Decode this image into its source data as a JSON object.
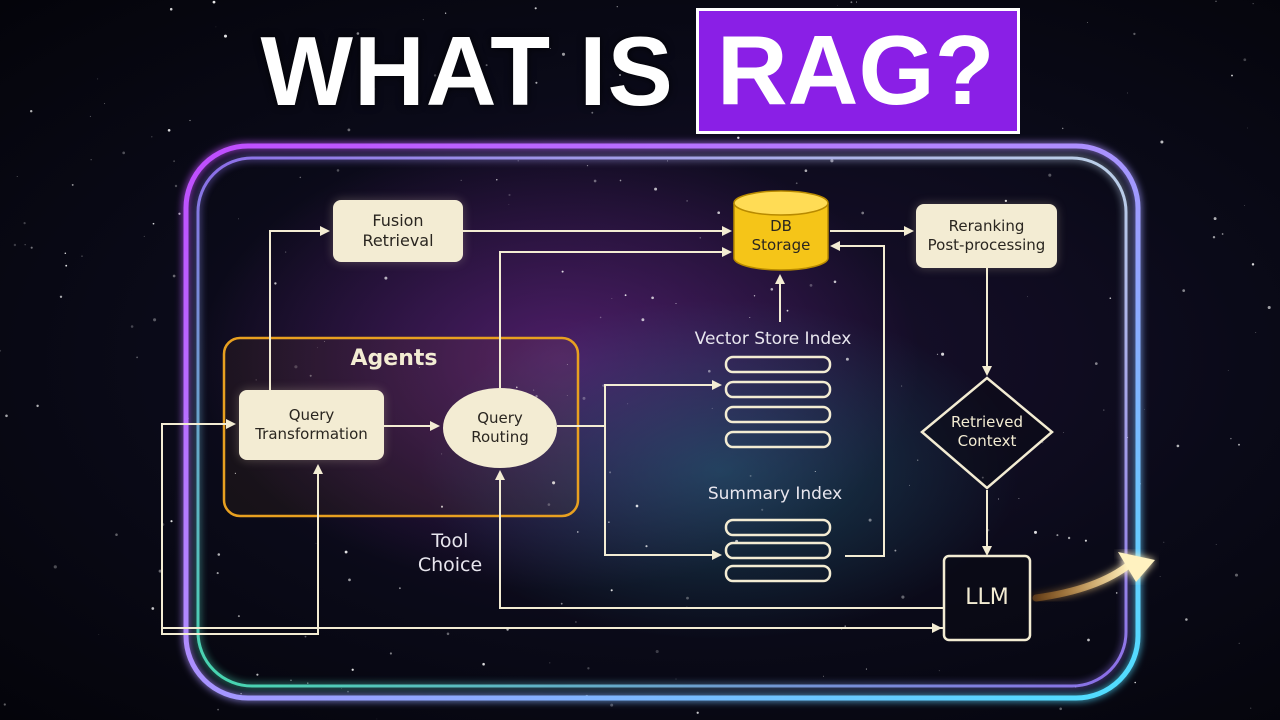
{
  "title": {
    "prefix": "WHAT IS",
    "highlight": "RAG?"
  },
  "colors": {
    "highlight_bg": "#8a1fe6",
    "node_fill": "#f3ecd3",
    "db_fill": "#f5c518",
    "agents_border": "#e8a020",
    "frame_glow_start": "#b44cff",
    "frame_glow_end": "#4de0ff"
  },
  "diagram": {
    "agents_label": "Agents",
    "fusion_retrieval": "Fusion\nRetrieval",
    "db_storage": "DB\nStorage",
    "reranking": "Reranking\nPost-processing",
    "query_transformation": "Query\nTransformation",
    "query_routing": "Query\nRouting",
    "vector_store_index": "Vector Store Index",
    "summary_index": "Summary Index",
    "tool_choice": "Tool\nChoice",
    "retrieved_context": "Retrieved\nContext",
    "llm": "LLM"
  }
}
